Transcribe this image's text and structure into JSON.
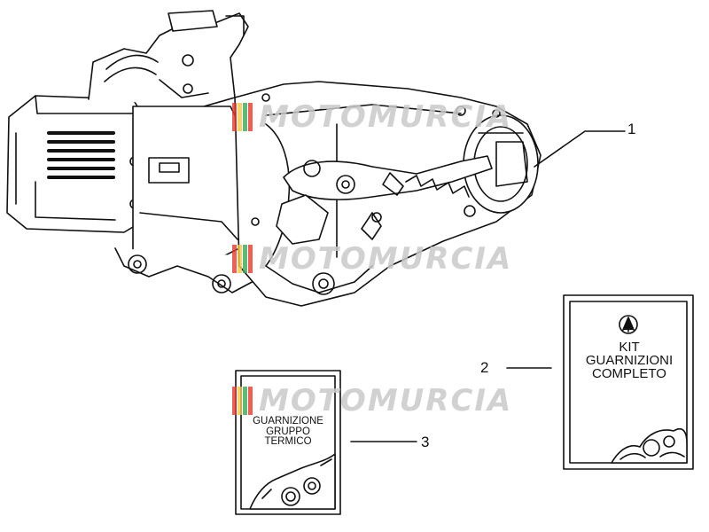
{
  "callouts": {
    "item_1": "1",
    "item_2": "2",
    "item_3": "3"
  },
  "kit_complete": {
    "line1": "KIT",
    "line2": "GUARNIZIONI",
    "line3": "COMPLETO"
  },
  "kit_cylinder": {
    "line1": "GUARNIZIONE",
    "line2": "GRUPPO",
    "line3": "TERMICO"
  },
  "watermark": {
    "text": "MOTOMURCIA",
    "stripe_colors": [
      "#e23b2e",
      "#f2c94c",
      "#3aa655",
      "#e23b2e"
    ]
  },
  "colors": {
    "line": "#111111",
    "watermark": "#c9c9c9"
  }
}
